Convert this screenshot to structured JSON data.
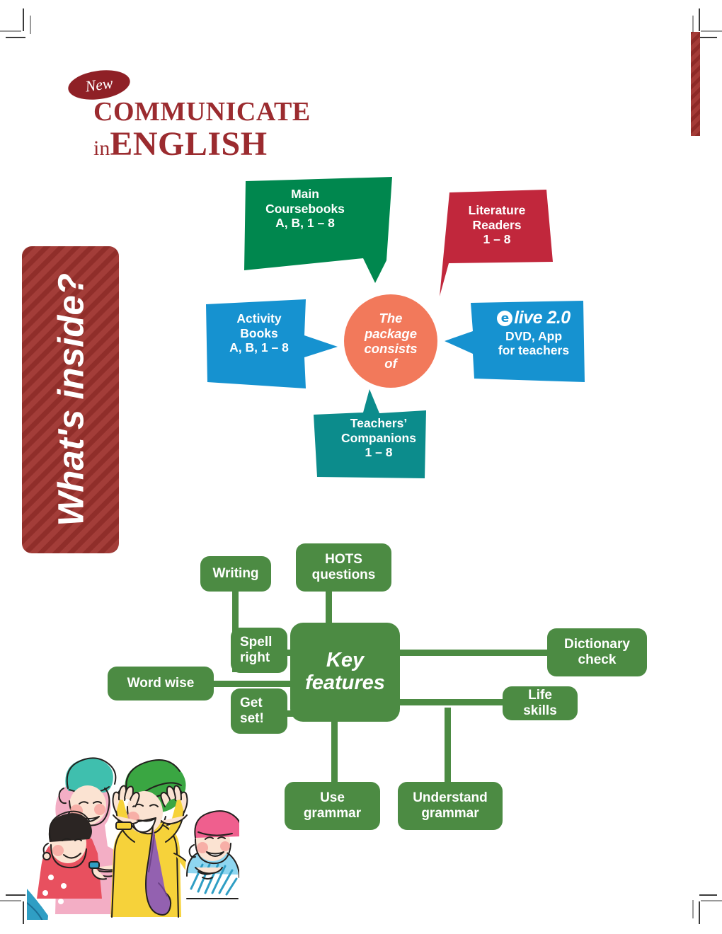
{
  "logo": {
    "badge": "New",
    "line1": "COMMUNICATE",
    "in": "in",
    "english": "ENGLISH"
  },
  "side_tab": {
    "label": "What's inside?"
  },
  "package_diagram": {
    "center": "The package consists of",
    "nodes": [
      {
        "id": "main-coursebooks",
        "text": "Main Coursebooks A, B, 1 – 8",
        "color": "#00874e"
      },
      {
        "id": "literature-readers",
        "text": "Literature Readers 1 – 8",
        "color": "#c1273c"
      },
      {
        "id": "activity-books",
        "text": "Activity Books A, B, 1 – 8",
        "color": "#1692d0"
      },
      {
        "id": "teachers-companions",
        "text": "Teachers’ Companions 1 – 8",
        "color": "#0c8c8c"
      },
      {
        "id": "elive",
        "text": "e live 2.0 DVD, App for teachers",
        "color": "#1692d0"
      }
    ],
    "main_coursebooks": {
      "l1": "Main",
      "l2": "Coursebooks",
      "l3": "A, B, 1 – 8"
    },
    "literature_readers": {
      "l1": "Literature",
      "l2": "Readers",
      "l3": "1 – 8"
    },
    "activity_books": {
      "l1": "Activity",
      "l2": "Books",
      "l3": "A, B, 1 – 8"
    },
    "teachers_companions": {
      "l1": "Teachers’",
      "l2": "Companions",
      "l3": "1 – 8"
    },
    "elive": {
      "e": "e",
      "brand": "live 2.0",
      "l2": "DVD, App",
      "l3": "for teachers"
    },
    "center_lines": {
      "l1": "The",
      "l2": "package",
      "l3": "consists",
      "l4": "of"
    }
  },
  "key_features": {
    "hub": {
      "l1": "Key",
      "l2": "features"
    },
    "nodes": [
      {
        "id": "writing",
        "l1": "Writing",
        "l2": ""
      },
      {
        "id": "hots-questions",
        "l1": "HOTS",
        "l2": "questions"
      },
      {
        "id": "spell-right",
        "l1": "Spell",
        "l2": "right"
      },
      {
        "id": "word-wise",
        "l1": "Word wise",
        "l2": ""
      },
      {
        "id": "get-set",
        "l1": "Get",
        "l2": "set!"
      },
      {
        "id": "dictionary-check",
        "l1": "Dictionary",
        "l2": "check"
      },
      {
        "id": "life-skills",
        "l1": "Life skills",
        "l2": ""
      },
      {
        "id": "use-grammar",
        "l1": "Use",
        "l2": "grammar"
      },
      {
        "id": "understand-grammar",
        "l1": "Understand",
        "l2": "grammar"
      }
    ]
  },
  "colors": {
    "brand_red": "#9b2b2f",
    "tab_red": "#9e332e",
    "green": "#00874e",
    "crimson": "#c1273c",
    "blue": "#1692d0",
    "teal": "#0c8c8c",
    "coral": "#f2795b",
    "feature_green": "#4c8b43"
  }
}
